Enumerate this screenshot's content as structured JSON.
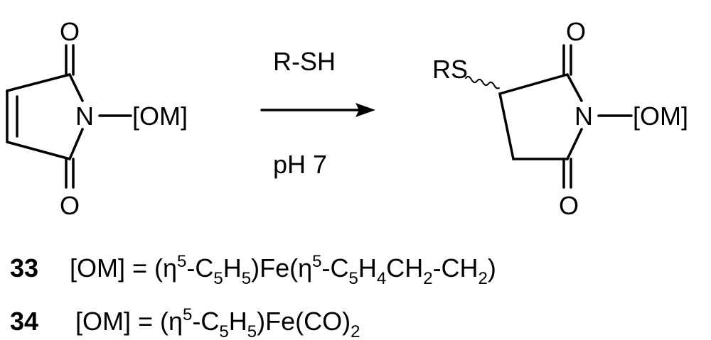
{
  "reactant": {
    "o_top": "O",
    "o_bottom": "O",
    "n": "N",
    "substituent": "[OM]"
  },
  "conditions": {
    "reagent": "R-SH",
    "ph": "pH 7"
  },
  "product": {
    "rs": "RS",
    "o_top": "O",
    "o_bottom": "O",
    "n": "N",
    "substituent": "[OM]"
  },
  "legend": [
    {
      "number": "33",
      "prefix": "[OM] = (η",
      "sup1": "5",
      "t1": "-C",
      "sub1": "5",
      "t2": "H",
      "sub2": "5",
      "t3": ")Fe(η",
      "sup2": "5",
      "t4": "-C",
      "sub3": "5",
      "t5": "H",
      "sub4": "4",
      "t6": "CH",
      "sub5": "2",
      "t7": "-CH",
      "sub6": "2",
      "t8": ")"
    },
    {
      "number": "34",
      "prefix": "[OM] = (η",
      "sup1": "5",
      "t1": "-C",
      "sub1": "5",
      "t2": "H",
      "sub2": "5",
      "t3": ")Fe(CO)",
      "sub3": "2"
    }
  ]
}
